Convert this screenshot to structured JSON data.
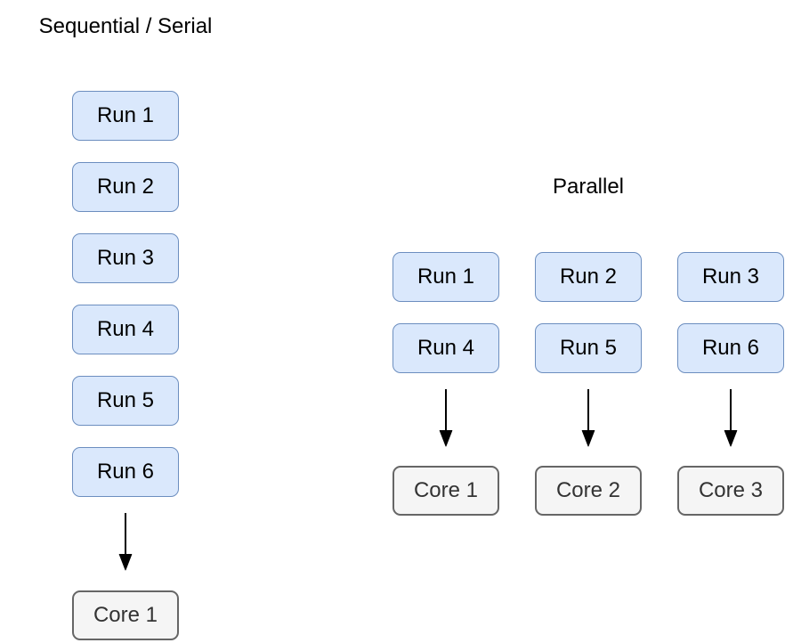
{
  "diagram": {
    "sequential": {
      "title": "Sequential / Serial",
      "runs": [
        "Run 1",
        "Run 2",
        "Run 3",
        "Run 4",
        "Run 5",
        "Run 6"
      ],
      "core": "Core 1"
    },
    "parallel": {
      "title": "Parallel",
      "columns": [
        {
          "runs": [
            "Run 1",
            "Run 4"
          ],
          "core": "Core 1"
        },
        {
          "runs": [
            "Run 2",
            "Run 5"
          ],
          "core": "Core 2"
        },
        {
          "runs": [
            "Run 3",
            "Run 6"
          ],
          "core": "Core 3"
        }
      ]
    },
    "colors": {
      "run_fill": "#dae8fc",
      "run_border": "#6c8ebf",
      "core_fill": "#f5f5f5",
      "core_border": "#666666",
      "core_text": "#333333",
      "run_text": "#000000",
      "arrow": "#000000",
      "background": "#ffffff"
    }
  }
}
